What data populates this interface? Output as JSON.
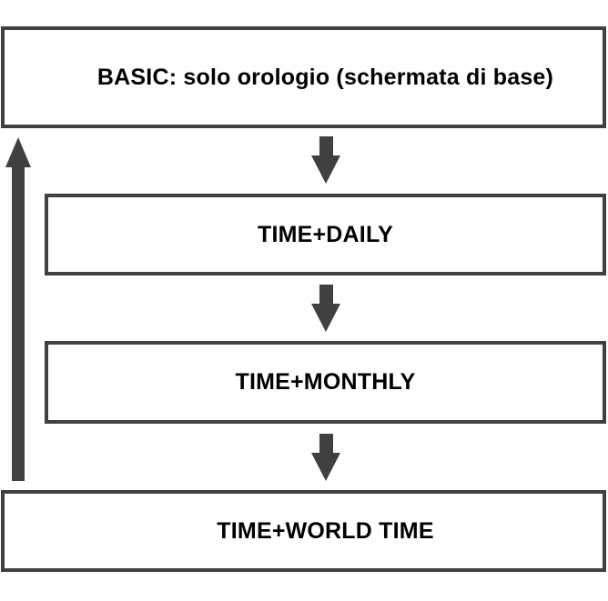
{
  "diagram": {
    "title": "watch-mode-sequence-flowchart",
    "language": "it",
    "boxes": [
      {
        "id": "basic",
        "label": "BASIC: solo orologio (schermata di base)"
      },
      {
        "id": "time-daily",
        "label": "TIME+DAILY"
      },
      {
        "id": "time-monthly",
        "label": "TIME+MONTHLY"
      },
      {
        "id": "time-world-time",
        "label": "TIME+WORLD TIME"
      }
    ],
    "arrows": [
      {
        "id": "basic-to-daily",
        "direction": "down"
      },
      {
        "id": "daily-to-monthly",
        "direction": "down"
      },
      {
        "id": "monthly-to-worldtime",
        "direction": "down"
      },
      {
        "id": "return-to-basic",
        "direction": "up"
      }
    ],
    "colors": {
      "outline": "#404040",
      "arrow": "#404040",
      "text": "#000000",
      "background": "#ffffff"
    }
  }
}
